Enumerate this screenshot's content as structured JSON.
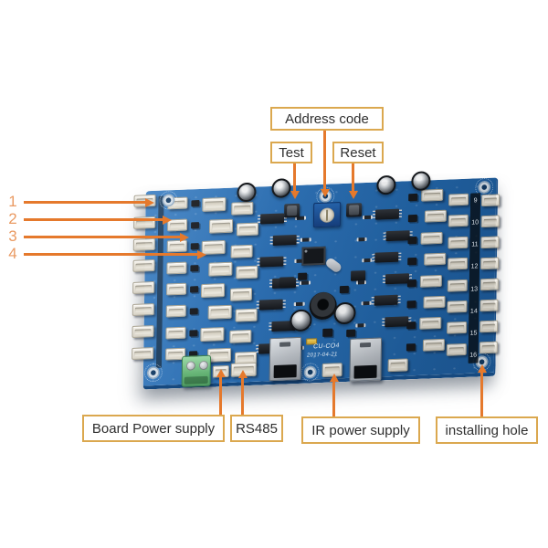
{
  "labels": {
    "address_code": "Address code",
    "test": "Test",
    "reset": "Reset",
    "board_power": "Board Power supply",
    "rs485": "RS485",
    "ir_power": "IR power supply",
    "installing_hole": "installing hole"
  },
  "pins": [
    "1",
    "2",
    "3",
    "4"
  ],
  "board": {
    "silkscreen": {
      "model": "CU-CO4",
      "date": "2017-04-21"
    },
    "right_port_numbers": [
      "9",
      "10",
      "11",
      "12",
      "13",
      "14",
      "15",
      "16"
    ],
    "colors": {
      "pcb_blue": "#2a6cae",
      "pcb_blue_dark": "#1d5c9d",
      "annotation_line": "#e5792c",
      "annotation_number": "#ea9a62",
      "label_border": "#dba84f",
      "label_text": "#2e2e2e",
      "connector_white": "#e9e5da",
      "terminal_green": "#7cc98a",
      "rotary_blue": "#1e56a0"
    }
  }
}
